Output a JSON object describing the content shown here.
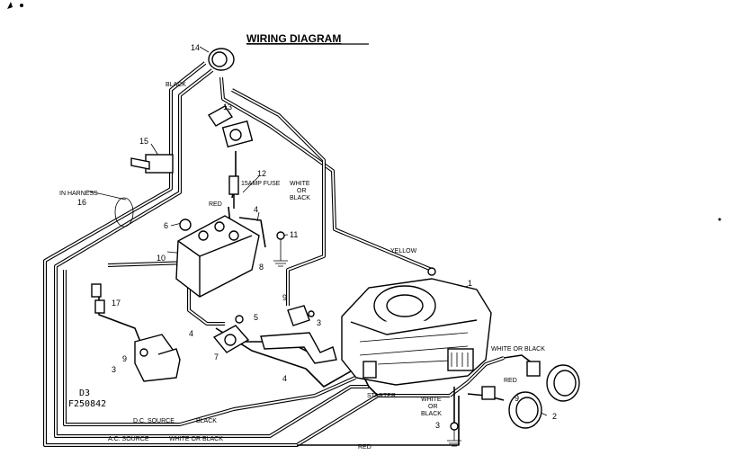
{
  "title": "WIRING DIAGRAM",
  "diagram_code": "D3",
  "part_number": "F250842",
  "labels": {
    "black_top": "BLACK",
    "fuse": "15AMP FUSE",
    "red": "RED",
    "white_or_black_1": "WHITE\nOR\nBLACK",
    "yellow": "YELLOW",
    "in_harness": "IN HARNESS",
    "white_or_black_2": "WHITE OR BLACK",
    "red_right": "RED",
    "white_or_black_3": "WHITE\nOR\nBLACK",
    "starter": "STARTER",
    "dc_source": "D.C. SOURCE",
    "dc_black": "BLACK",
    "ac_source": "A.C. SOURCE",
    "ac_wob": "WHITE OR BLACK",
    "red_bottom": "RED"
  },
  "callouts": {
    "c1": "1",
    "c2": "2",
    "c3a": "3",
    "c3b": "3",
    "c3c": "3",
    "c4a": "4",
    "c4b": "4",
    "c4c": "4",
    "c5": "5",
    "c6": "6",
    "c7": "7",
    "c8": "8",
    "c9a": "9",
    "c9b": "9",
    "c9c": "9",
    "c10": "10",
    "c11": "11",
    "c12": "12",
    "c13": "13",
    "c14": "14",
    "c15": "15",
    "c16": "16",
    "c17": "17"
  }
}
